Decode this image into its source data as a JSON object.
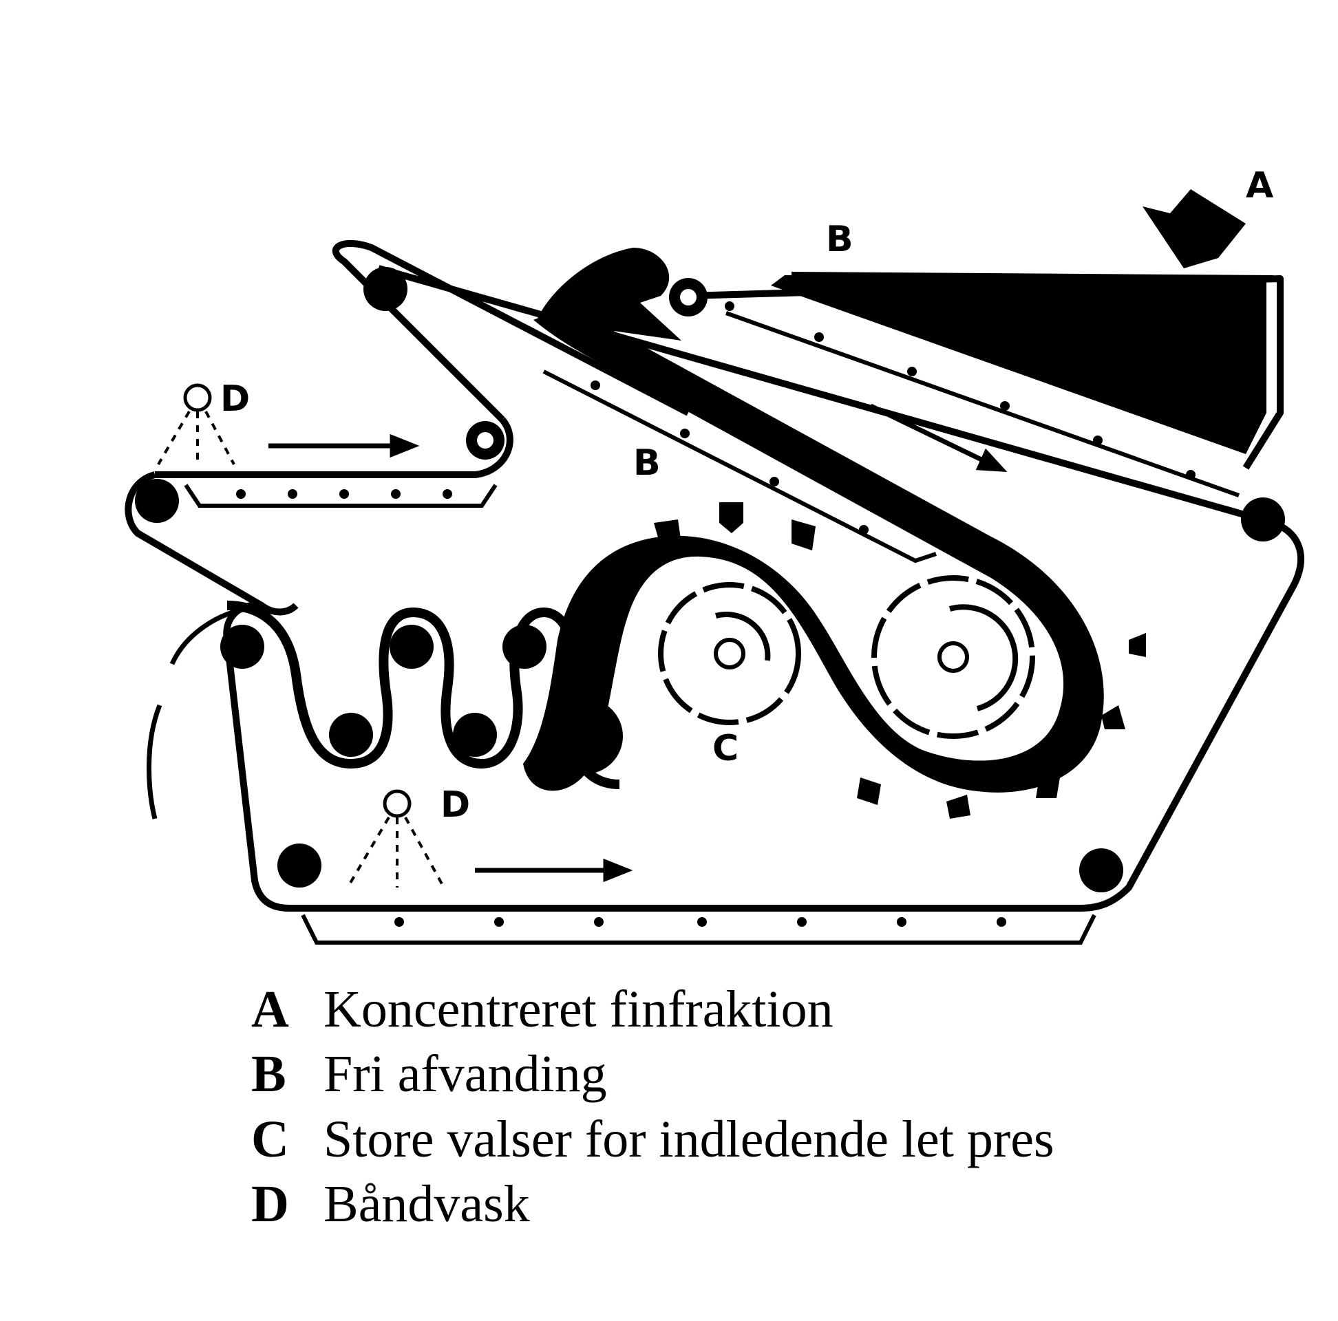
{
  "callouts": {
    "a": "A",
    "b_top": "B",
    "b_middle": "B",
    "c": "C",
    "d_upper": "D",
    "d_lower": "D"
  },
  "legend": [
    {
      "key": "A",
      "text": "Koncentreret finfraktion"
    },
    {
      "key": "B",
      "text": "Fri afvanding"
    },
    {
      "key": "C",
      "text": "Store valser for indledende let pres"
    },
    {
      "key": "D",
      "text": "Båndvask"
    }
  ],
  "colors": {
    "ink": "#000000",
    "paper": "#ffffff"
  }
}
